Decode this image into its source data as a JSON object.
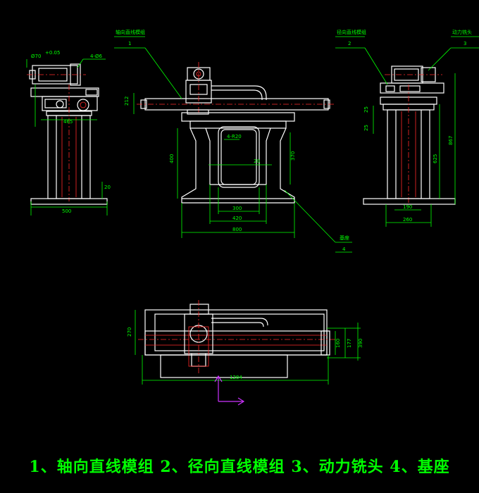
{
  "labels": {
    "part1_name": "轴向直线模组",
    "part1_num": "1",
    "part2_name": "径向直线模组",
    "part2_num": "2",
    "part3_name": "动力铣头",
    "part3_num": "3",
    "part4_name": "基座",
    "part4_num": "4"
  },
  "dimensions": {
    "left_phi": "Ø70",
    "left_tol": "+0.05",
    "left_holes": "4-Ø6",
    "left_465": "465",
    "left_20": "20",
    "left_500": "500",
    "front_212": "212",
    "front_r20": "4-R20",
    "front_400": "400",
    "front_20": "20",
    "front_370": "370",
    "front_300": "300",
    "front_420": "420",
    "front_800": "800",
    "right_25": "25",
    "right_25b": "25",
    "right_625": "625",
    "right_867": "867",
    "right_190": "190",
    "right_260": "260",
    "top_270": "270",
    "top_1284": "1284",
    "top_160": "160",
    "top_177": "177",
    "top_390": "390"
  },
  "caption": "1、轴向直线模组  2、径向直线模组  3、动力铣头  4、基座"
}
